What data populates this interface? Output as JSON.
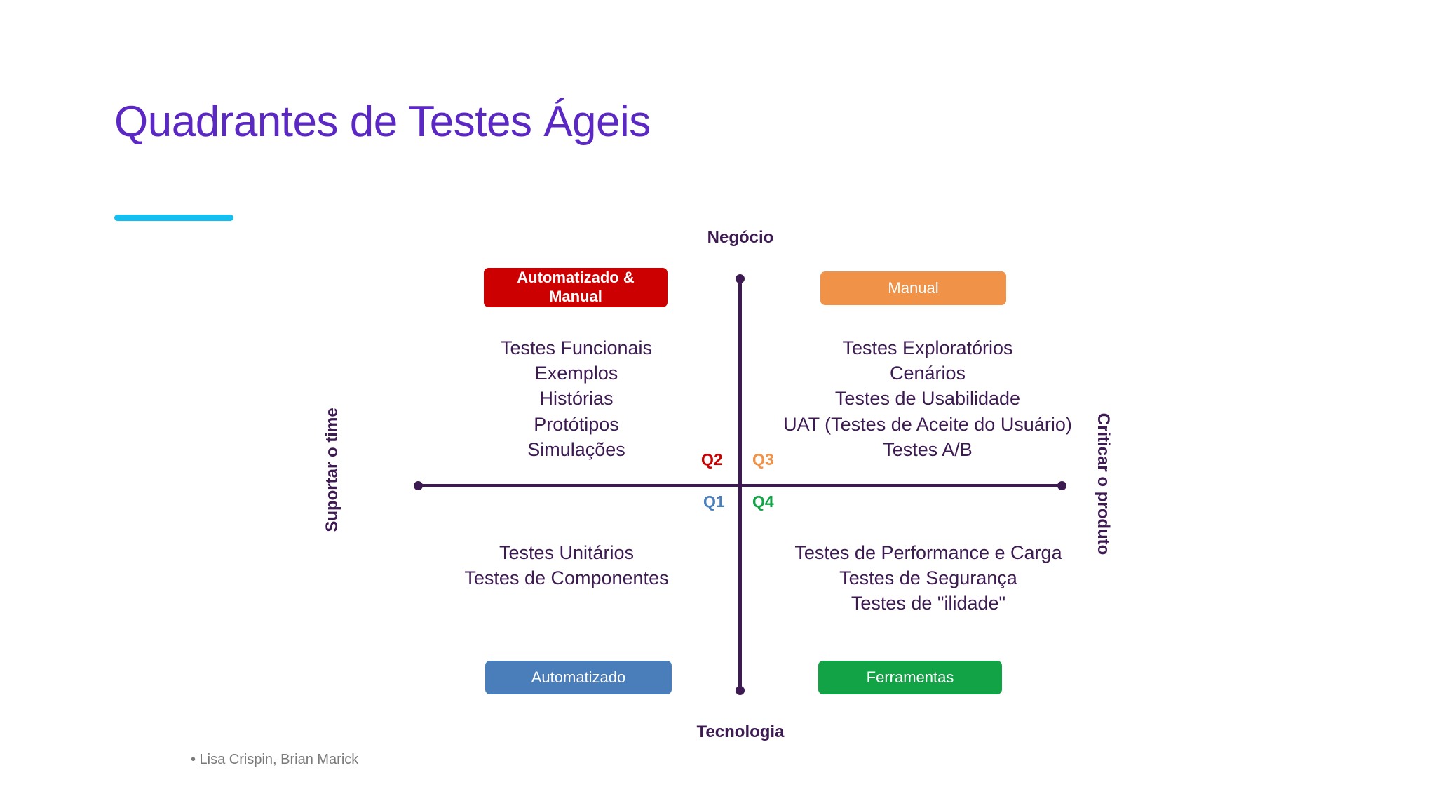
{
  "slide": {
    "title": "Quadrantes de Testes Ágeis",
    "footnote": "• Lisa Crispin, Brian Marick",
    "accent_color": "#16BEF0",
    "title_color": "#5B28C4"
  },
  "diagram": {
    "axes": {
      "top_label": "Negócio",
      "bottom_label": "Tecnologia",
      "left_label": "Suportar o time",
      "right_label": "Criticar o produto",
      "line_color": "#3D1B52"
    },
    "quadrants": [
      {
        "code": "Q2",
        "code_color": "#CC0000",
        "pill_label": "Automatizado & Manual",
        "pill_color": "#CC0000",
        "items": [
          "Testes Funcionais",
          "Exemplos",
          "Histórias",
          "Protótipos",
          "Simulações"
        ]
      },
      {
        "code": "Q3",
        "code_color": "#F09248",
        "pill_label": "Manual",
        "pill_color": "#F09248",
        "items": [
          "Testes Exploratórios",
          "Cenários",
          "Testes de Usabilidade",
          "UAT (Testes de Aceite do Usuário)",
          "Testes A/B"
        ]
      },
      {
        "code": "Q1",
        "code_color": "#4A7EBB",
        "pill_label": "Automatizado",
        "pill_color": "#4A7EBB",
        "items": [
          "Testes Unitários",
          "Testes de Componentes"
        ]
      },
      {
        "code": "Q4",
        "code_color": "#11A345",
        "pill_label": "Ferramentas",
        "pill_color": "#11A345",
        "items": [
          "Testes de Performance e Carga",
          "Testes de Segurança",
          "Testes de \"ilidade\""
        ]
      }
    ]
  }
}
